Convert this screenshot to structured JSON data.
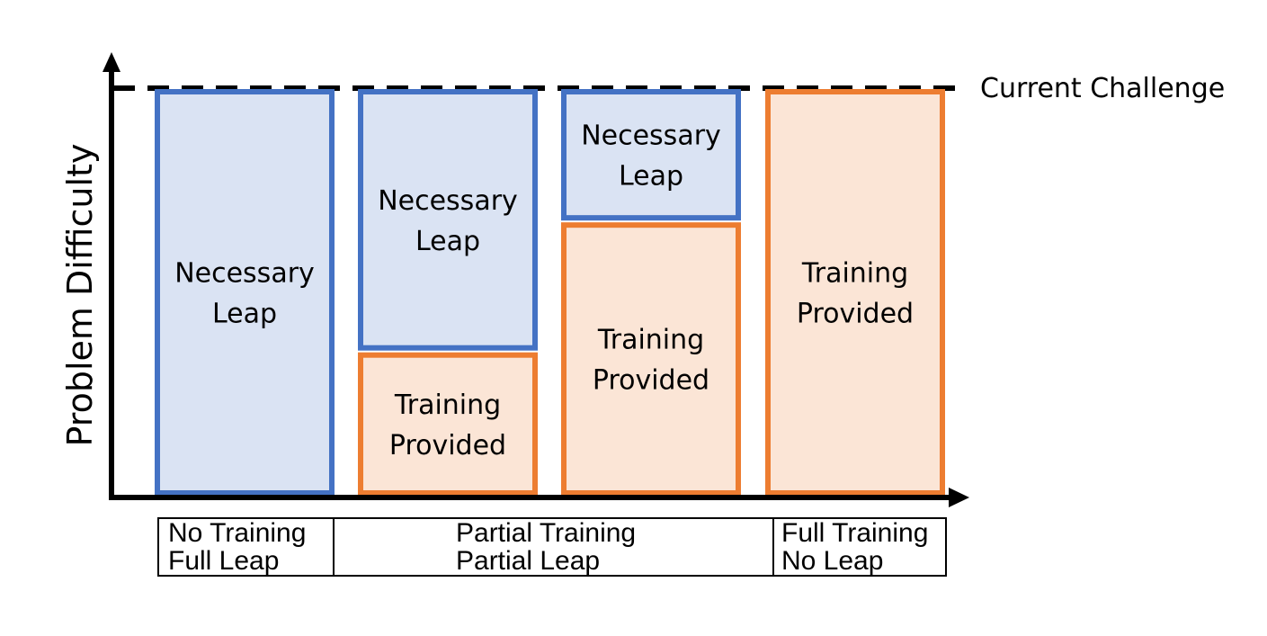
{
  "axis": {
    "y_label": "Problem Difficulty",
    "reference_label": "Current Challenge"
  },
  "columns": [
    {
      "segments": [
        {
          "kind": "leap",
          "lines": [
            "Necessary",
            "Leap"
          ],
          "share": 1.0
        }
      ]
    },
    {
      "segments": [
        {
          "kind": "leap",
          "lines": [
            "Necessary",
            "Leap"
          ],
          "share": 0.65
        },
        {
          "kind": "training",
          "lines": [
            "Training",
            "Provided"
          ],
          "share": 0.35
        }
      ]
    },
    {
      "segments": [
        {
          "kind": "leap",
          "lines": [
            "Necessary",
            "Leap"
          ],
          "share": 0.32
        },
        {
          "kind": "training",
          "lines": [
            "Training",
            "Provided"
          ],
          "share": 0.68
        }
      ]
    },
    {
      "segments": [
        {
          "kind": "training",
          "lines": [
            "Training",
            "Provided"
          ],
          "share": 1.0
        }
      ]
    }
  ],
  "categories": [
    {
      "line1": "No Training",
      "line2": "Full Leap"
    },
    {
      "line1": "Partial Training",
      "line2": "Partial Leap"
    },
    {
      "line1": "Full Training",
      "line2": "No Leap"
    }
  ],
  "colors": {
    "leap_fill": "#dae3f3",
    "leap_stroke": "#4472c4",
    "training_fill": "#fbe5d6",
    "training_stroke": "#ed7d31",
    "axis": "#000000"
  }
}
